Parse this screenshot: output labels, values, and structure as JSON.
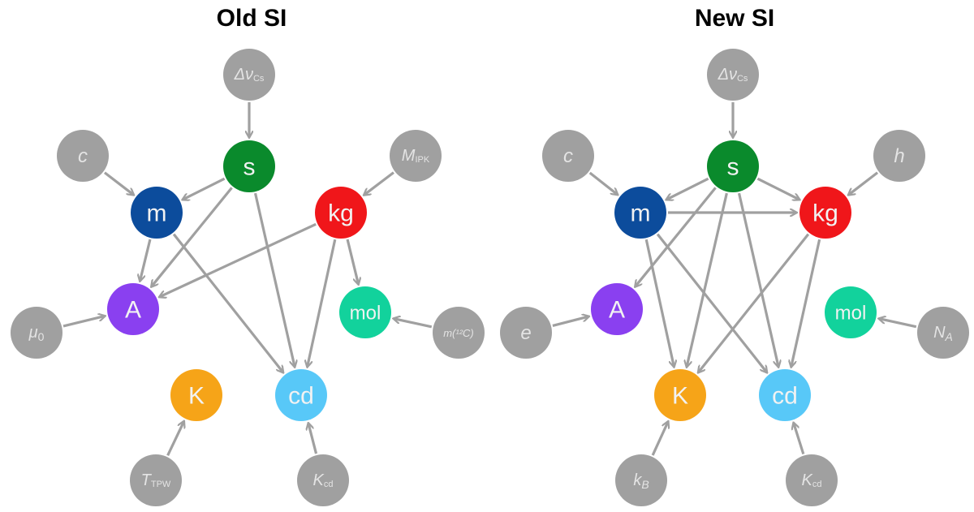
{
  "panels": [
    {
      "id": "old",
      "title": "Old SI",
      "units": [
        {
          "id": "s",
          "label": "s",
          "color": "#0a8a2c"
        },
        {
          "id": "m",
          "label": "m",
          "color": "#0c4c9c"
        },
        {
          "id": "kg",
          "label": "kg",
          "color": "#f0161a"
        },
        {
          "id": "A",
          "label": "A",
          "color": "#8a40f0"
        },
        {
          "id": "mol",
          "label": "mol",
          "color": "#12d29c"
        },
        {
          "id": "K",
          "label": "K",
          "color": "#f6a418"
        },
        {
          "id": "cd",
          "label": "cd",
          "color": "#58c8f8"
        }
      ],
      "constants": [
        {
          "id": "dnu",
          "main": "Δν",
          "sub": "Cs",
          "italic": true
        },
        {
          "id": "c",
          "main": "c",
          "sub": "",
          "italic": true
        },
        {
          "id": "MIPK",
          "main": "M",
          "sub": "IPK",
          "italic": true
        },
        {
          "id": "mu0",
          "main": "μ",
          "sub": "0",
          "italic": true
        },
        {
          "id": "mC12",
          "main": "m(¹²C)",
          "sub": "",
          "italic": false
        },
        {
          "id": "TTPW",
          "main": "T",
          "sub": "TPW",
          "italic": true
        },
        {
          "id": "Kcd",
          "main": "K",
          "sub": "cd",
          "italic": true
        }
      ],
      "edges": [
        [
          "dnu",
          "s"
        ],
        [
          "c",
          "m"
        ],
        [
          "s",
          "m"
        ],
        [
          "MIPK",
          "kg"
        ],
        [
          "m",
          "A"
        ],
        [
          "s",
          "A"
        ],
        [
          "kg",
          "A"
        ],
        [
          "mu0",
          "A"
        ],
        [
          "kg",
          "mol"
        ],
        [
          "mC12",
          "mol"
        ],
        [
          "m",
          "cd"
        ],
        [
          "s",
          "cd"
        ],
        [
          "kg",
          "cd"
        ],
        [
          "Kcd",
          "cd"
        ],
        [
          "TTPW",
          "K"
        ]
      ]
    },
    {
      "id": "new",
      "title": "New SI",
      "units": [
        {
          "id": "s",
          "label": "s",
          "color": "#0a8a2c"
        },
        {
          "id": "m",
          "label": "m",
          "color": "#0c4c9c"
        },
        {
          "id": "kg",
          "label": "kg",
          "color": "#f0161a"
        },
        {
          "id": "A",
          "label": "A",
          "color": "#8a40f0"
        },
        {
          "id": "mol",
          "label": "mol",
          "color": "#12d29c"
        },
        {
          "id": "K",
          "label": "K",
          "color": "#f6a418"
        },
        {
          "id": "cd",
          "label": "cd",
          "color": "#58c8f8"
        }
      ],
      "constants": [
        {
          "id": "dnu",
          "main": "Δν",
          "sub": "Cs",
          "italic": true
        },
        {
          "id": "c",
          "main": "c",
          "sub": "",
          "italic": true
        },
        {
          "id": "h",
          "main": "h",
          "sub": "",
          "italic": true
        },
        {
          "id": "e",
          "main": "e",
          "sub": "",
          "italic": true
        },
        {
          "id": "NA",
          "main": "N",
          "sub": "A",
          "italic": true
        },
        {
          "id": "kB",
          "main": "k",
          "sub": "B",
          "italic": true
        },
        {
          "id": "Kcd",
          "main": "K",
          "sub": "cd",
          "italic": true
        }
      ],
      "edges": [
        [
          "dnu",
          "s"
        ],
        [
          "c",
          "m"
        ],
        [
          "s",
          "m"
        ],
        [
          "h",
          "kg"
        ],
        [
          "s",
          "kg"
        ],
        [
          "m",
          "kg"
        ],
        [
          "s",
          "A"
        ],
        [
          "e",
          "A"
        ],
        [
          "NA",
          "mol"
        ],
        [
          "m",
          "K"
        ],
        [
          "s",
          "K"
        ],
        [
          "kg",
          "K"
        ],
        [
          "kB",
          "K"
        ],
        [
          "m",
          "cd"
        ],
        [
          "s",
          "cd"
        ],
        [
          "kg",
          "cd"
        ],
        [
          "Kcd",
          "cd"
        ]
      ]
    }
  ],
  "colors": {
    "constant_fill": "#a0a0a0",
    "edge": "#a0a0a0"
  }
}
